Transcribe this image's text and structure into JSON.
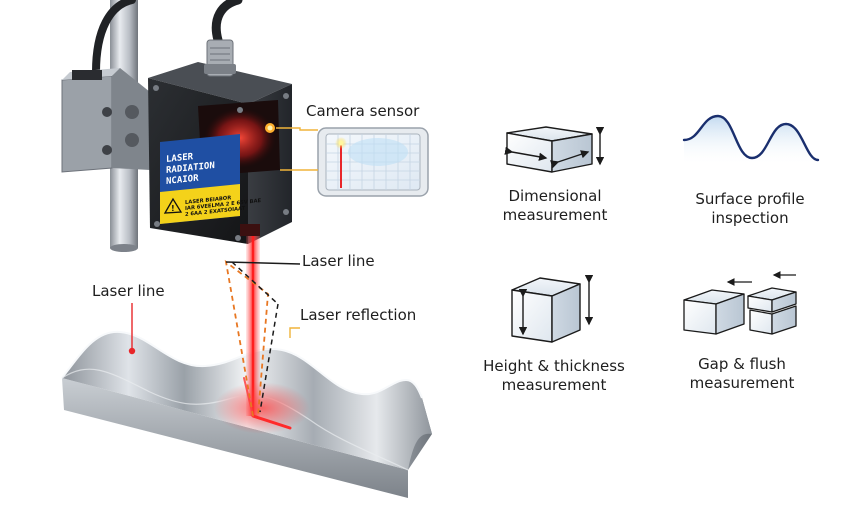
{
  "labels": {
    "camera_sensor": "Camera sensor",
    "laser_line_beam": "Laser line",
    "laser_line_surface": "Laser line",
    "laser_reflection": "Laser reflection"
  },
  "warning_label": {
    "title_line1": "LASER",
    "title_line2": "RADIATION",
    "title_line3": "NCAIOR",
    "sub_line1": "LASER BEIABOR",
    "sub_line2": "IAR 6VEELMA 2 E 65V BAE",
    "sub_line3": "2 6AA 2 EXATSOIAAT"
  },
  "applications": [
    {
      "line1": "Dimensional",
      "line2": "measurement"
    },
    {
      "line1": "Surface profile",
      "line2": "inspection"
    },
    {
      "line1": "Height & thickness",
      "line2": "measurement"
    },
    {
      "line1": "Gap & flush",
      "line2": "measurement"
    }
  ],
  "colors": {
    "laser": "#e8262a",
    "reflection": "#e87722",
    "label_blue": "#1f4fa3",
    "label_yellow": "#f4d21a",
    "icon_stroke": "#1b1b1b",
    "wave_blue": "#1a2f6e"
  },
  "icons": {
    "dimensional": "box-with-dimension-arrows-icon",
    "surface": "sine-wave-icon",
    "height": "cube-with-vertical-arrows-icon",
    "gap": "stepped-blocks-with-arrows-icon"
  }
}
